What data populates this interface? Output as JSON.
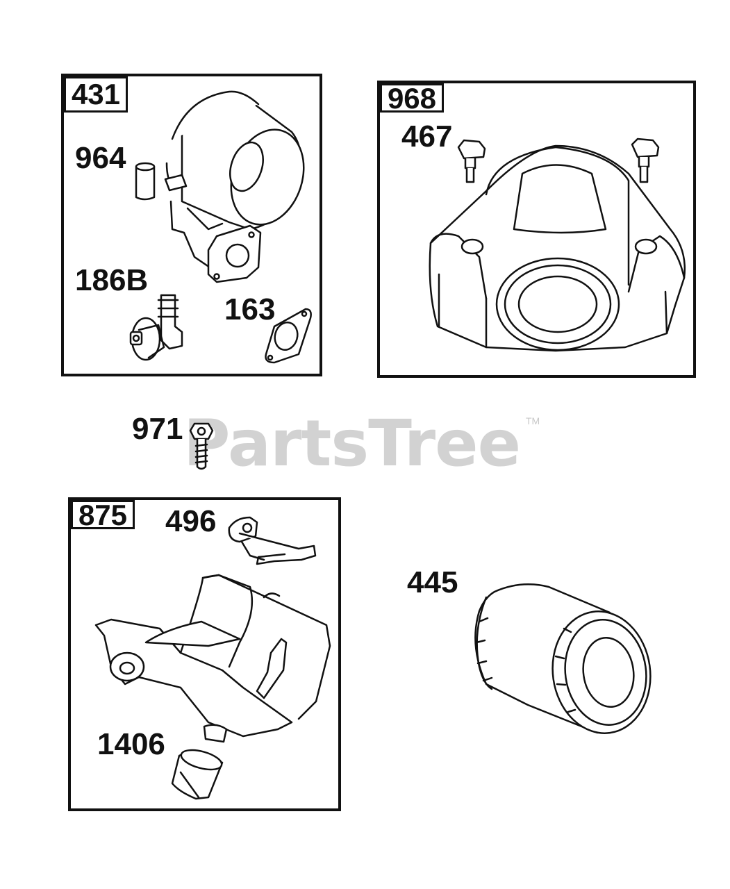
{
  "watermark": {
    "text": "PartsTree",
    "trademark": "TM"
  },
  "groups": [
    {
      "id": "431",
      "label": "431"
    },
    {
      "id": "968",
      "label": "968"
    },
    {
      "id": "875",
      "label": "875"
    }
  ],
  "callouts": {
    "p964": "964",
    "p186b": "186B",
    "p163": "163",
    "p467": "467",
    "p971": "971",
    "p496": "496",
    "p1406": "1406",
    "p445": "445"
  }
}
